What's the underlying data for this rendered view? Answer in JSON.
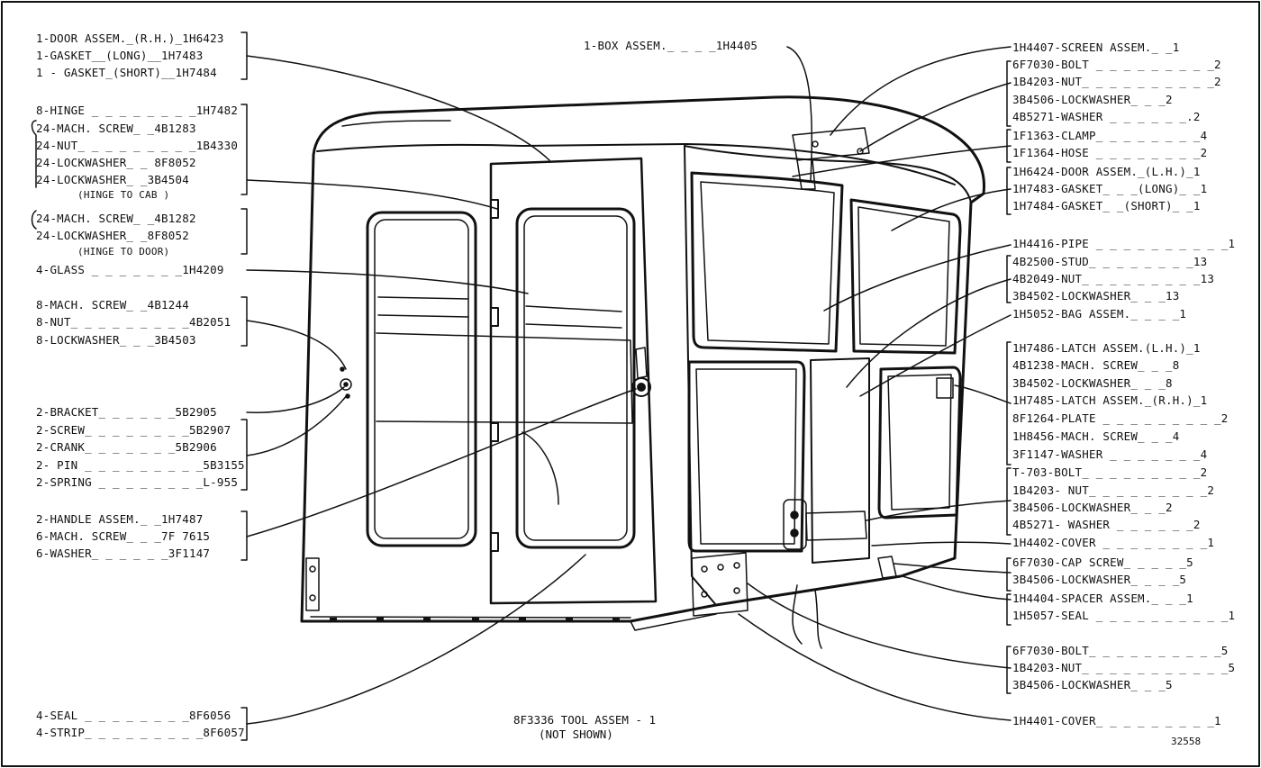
{
  "left_labels": [
    "1-DOOR ASSEM._(R.H.)_1H6423",
    "1-GASKET__(LONG)__1H7483",
    "1 - GASKET_(SHORT)__1H7484",
    "8-HINGE _ _ _ _ _ _ _ _1H7482",
    "24-MACH. SCREW_ _4B1283",
    "24-NUT_ _ _ _ _ _ _ _ _1B4330",
    "24-LOCKWASHER_ _ 8F8052",
    "24-LOCKWASHER_ _3B4504",
    "(HINGE TO CAB )",
    "24-MACH. SCREW_ _4B1282",
    "24-LOCKWASHER_ _8F8052",
    "(HINGE TO DOOR)",
    "4-GLASS _ _ _ _ _ _ _1H4209",
    "8-MACH. SCREW_ _4B1244",
    "8-NUT_ _ _ _ _ _ _ _ _4B2051",
    "8-LOCKWASHER_ _ _3B4503",
    "2-BRACKET_ _ _ _ _ _5B2905",
    "2-SCREW_ _ _ _ _ _ _ _5B2907",
    "2-CRANK_ _ _ _ _ _ _5B2906",
    "2- PIN _ _ _ _ _ _ _ _ _5B3155",
    "2-SPRING _ _ _ _ _ _ _ _L-955",
    "2-HANDLE ASSEM._ _1H7487",
    "6-MACH. SCREW_ _ _7F 7615",
    "6-WASHER_ _ _ _ _ _3F1147",
    "4-SEAL _ _ _ _ _ _ _ _8F6056",
    "4-STRIP_ _ _ _ _ _ _ _ _8F6057"
  ],
  "top_label": "1-BOX ASSEM._ _ _ _1H4405",
  "right_labels": [
    "1H4407-SCREEN ASSEM._ _1",
    "6F7030-BOLT _ _ _ _ _ _ _ _ _2",
    "1B4203-NUT_ _ _ _ _ _ _ _ _ _2",
    "3B4506-LOCKWASHER_ _ _2",
    "4B5271-WASHER _ _ _ _ _ _.2",
    "1F1363-CLAMP_ _ _ _ _ _ _ _4",
    "1F1364-HOSE _ _ _ _ _ _ _ _2",
    "1H6424-DOOR ASSEM._(L.H.)_1",
    "1H7483-GASKET_ _ _(LONG)_ _1",
    "1H7484-GASKET_ _(SHORT)_ _1",
    "1H4416-PIPE _ _ _ _ _ _ _ _ _ _1",
    "4B2500-STUD_ _ _ _ _ _ _ _13",
    "4B2049-NUT_ _ _ _ _ _ _ _ _13",
    "3B4502-LOCKWASHER_ _ _13",
    "1H5052-BAG ASSEM._ _ _ _1",
    "1H7486-LATCH ASSEM.(L.H.)_1",
    "4B1238-MACH. SCREW_ _ _8",
    "3B4502-LOCKWASHER_ _ _8",
    "1H7485-LATCH ASSEM._(R.H.)_1",
    "8F1264-PLATE _ _ _ _ _ _ _ _ _2",
    "1H8456-MACH. SCREW_ _ _4",
    "3F1147-WASHER _ _ _ _ _ _ _4",
    "T-703-BOLT_ _ _ _ _ _ _ _ _2",
    "1B4203- NUT_ _ _ _ _ _ _ _ _2",
    "3B4506-LOCKWASHER_ _ _2",
    "4B5271- WASHER _ _ _ _ _ _2",
    "1H4402-COVER _ _ _ _ _ _ _ _1",
    "6F7030-CAP SCREW_ _ _ _ _5",
    "3B4506-LOCKWASHER_ _ _ _5",
    "1H4404-SPACER ASSEM._ _ _1",
    "1H5057-SEAL _ _ _ _ _ _ _ _ _ _1",
    "6F7030-BOLT_ _ _ _ _ _ _ _ _ _5",
    "1B4203-NUT_ _ _ _ _ _ _ _ _ _ _5",
    "3B4506-LOCKWASHER_ _ _5",
    "1H4401-COVER_ _ _ _ _ _ _ _ _1"
  ],
  "tool_note_line1": "8F3336 TOOL ASSEM - 1",
  "tool_note_line2": "(NOT SHOWN)",
  "figure_number": "32558"
}
